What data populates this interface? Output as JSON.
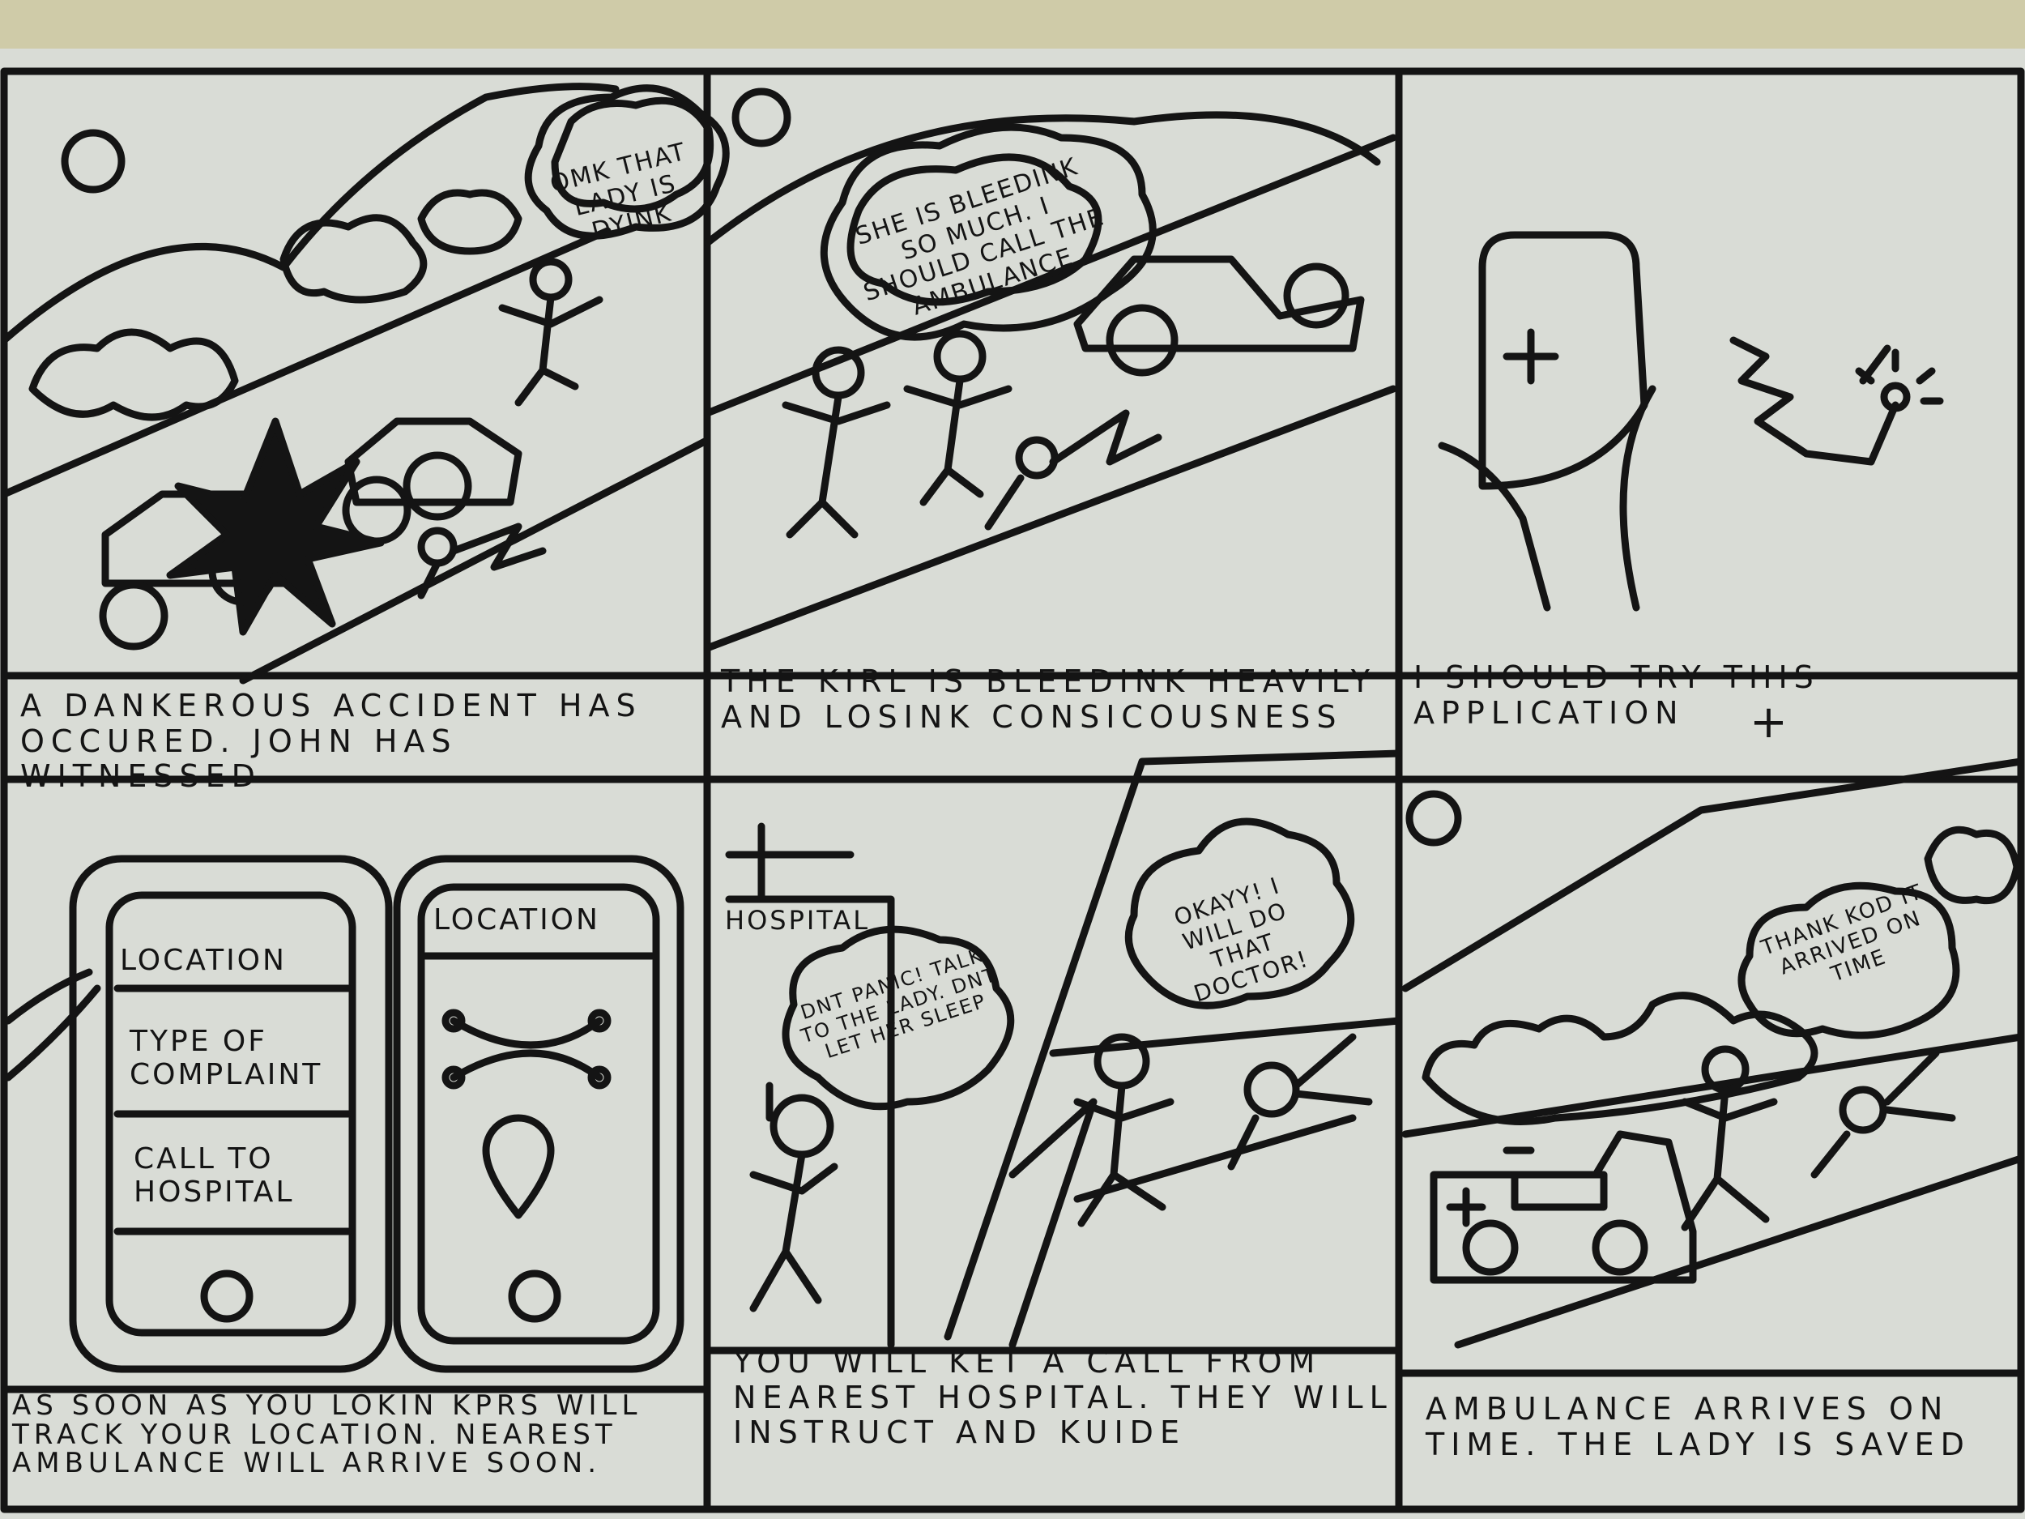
{
  "panels": [
    {
      "caption": "A dankerous accident has occured. John has witnessed",
      "bubble": "OMK that lady is dyinK"
    },
    {
      "caption": "The Kirl is bleedinK heavily and losinK consicousness",
      "bubble": "She is bleedinK so much. I should call the ambulance"
    },
    {
      "caption": "I should try this application",
      "caption_symbol": "+"
    },
    {
      "caption": "As soon as you loKin KPRS will track your location. Nearest ambulance will arrive soon.",
      "phone_left": {
        "items": [
          "Location",
          "Type of complaint",
          "Call to hospital"
        ]
      },
      "phone_right": {
        "items": [
          "Location"
        ]
      }
    },
    {
      "caption": "You will Ket a call from nearest hospital. They will instruct and Kuide",
      "sign": "Hospital",
      "bubble_doctor": "DNT panic! Talk to the lady. DNT let her sleep",
      "bubble_john": "Okayy! I will do that doctor!"
    },
    {
      "caption": "Ambulance arrives on time. The lady is saved",
      "bubble": "Thank Kod it arrived on time"
    }
  ],
  "colors": {
    "paper": "#d9dcd6",
    "ink": "#141414",
    "top_strip": "#c9c39a"
  }
}
